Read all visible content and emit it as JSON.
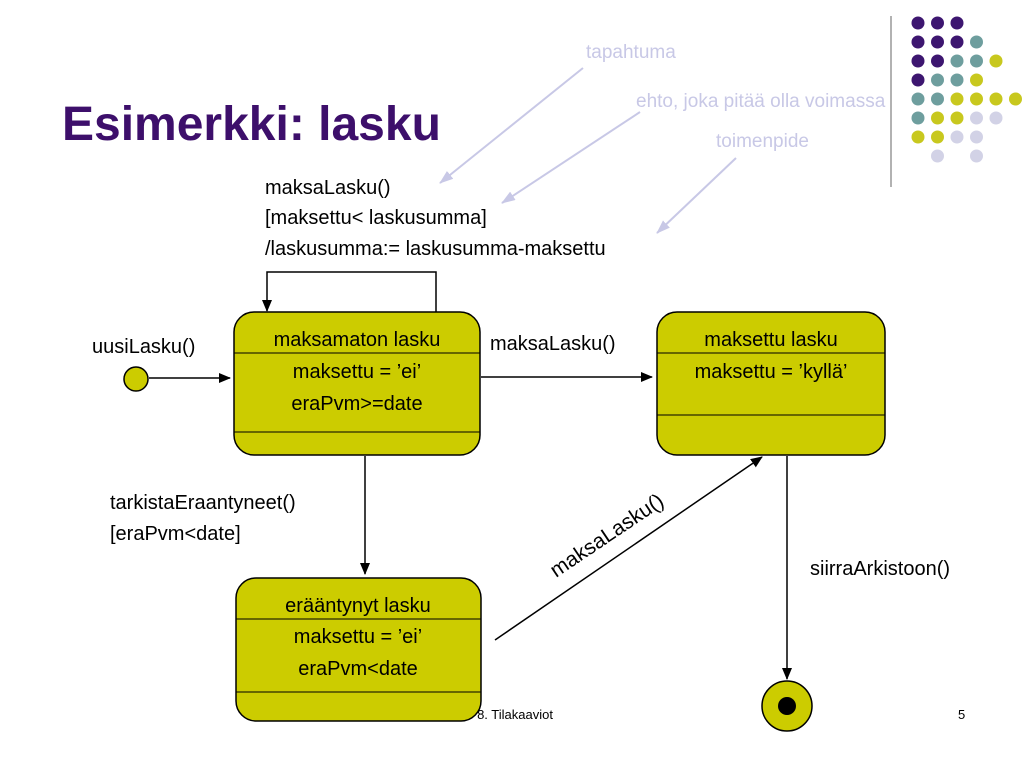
{
  "title": "Esimerkki: lasku",
  "annotations": {
    "event": "tapahtuma",
    "guard": "ehto, joka pitää olla voimassa",
    "action": "toimenpide"
  },
  "self_transition": {
    "line1": "maksaLasku()",
    "line2": "[maksettu< laskusumma]",
    "line3": "/laskusumma:= laskusumma-maksettu"
  },
  "initial_transition": "uusiLasku()",
  "transitions": {
    "pay": "maksaLasku()",
    "check_line1": "tarkistaEraantyneet()",
    "check_line2": "[eraPvm<date]",
    "pay_overdue": "maksaLasku()",
    "archive": "siirraArkistoon()"
  },
  "states": {
    "unpaid": {
      "name": "maksamaton lasku",
      "attr1": "maksettu = ’ei’",
      "attr2": "eraPvm>=date"
    },
    "paid": {
      "name": "maksettu lasku",
      "attr1": "maksettu = ’kyllä’"
    },
    "overdue": {
      "name": "erääntynyt lasku",
      "attr1": "maksettu = ’ei’",
      "attr2": "eraPvm<date"
    }
  },
  "footer": {
    "chapter": "8. Tilakaaviot",
    "page": "5"
  },
  "colors": {
    "title": "#3d0f6b",
    "state_fill": "#cccc00",
    "annotation": "#c8c8e6",
    "dot_purple": "#3d1670",
    "dot_teal": "#6e9e9e",
    "dot_yellow": "#c8c81e",
    "dot_lavender": "#d2d2e6"
  },
  "dots": [
    [
      "purple",
      "purple",
      "purple",
      "",
      "",
      ""
    ],
    [
      "purple",
      "purple",
      "purple",
      "teal",
      "",
      ""
    ],
    [
      "purple",
      "purple",
      "teal",
      "teal",
      "yellow",
      ""
    ],
    [
      "purple",
      "teal",
      "teal",
      "yellow",
      "",
      ""
    ],
    [
      "teal",
      "teal",
      "yellow",
      "yellow",
      "yellow",
      "yellow"
    ],
    [
      "teal",
      "yellow",
      "yellow",
      "lavender",
      "lavender",
      ""
    ],
    [
      "yellow",
      "yellow",
      "lavender",
      "lavender",
      "",
      ""
    ],
    [
      "",
      "lavender",
      "",
      "lavender",
      "",
      ""
    ]
  ]
}
